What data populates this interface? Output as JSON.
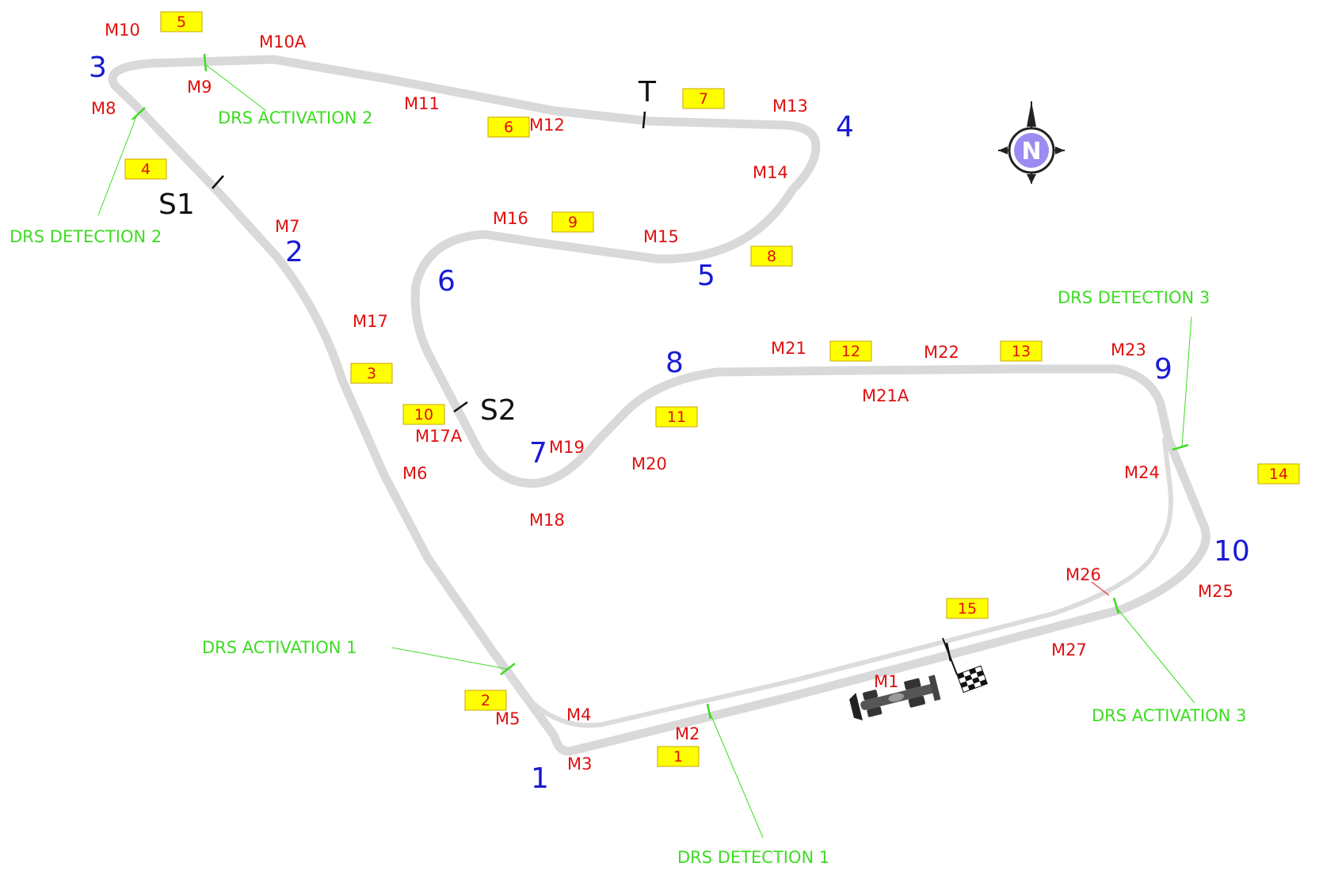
{
  "colors": {
    "track": "#d9d9d9",
    "turn": "#1a1ad6",
    "marshal": "#e01010",
    "drs": "#3ddc22",
    "sector": "#111111",
    "post_fill": "#ffff00",
    "post_text": "#e01010",
    "compass": "#9a8cf0"
  },
  "turns": [
    {
      "id": "t1",
      "label": "1"
    },
    {
      "id": "t2",
      "label": "2"
    },
    {
      "id": "t3",
      "label": "3"
    },
    {
      "id": "t4",
      "label": "4"
    },
    {
      "id": "t5",
      "label": "5"
    },
    {
      "id": "t6",
      "label": "6"
    },
    {
      "id": "t7",
      "label": "7"
    },
    {
      "id": "t8",
      "label": "8"
    },
    {
      "id": "t9",
      "label": "9"
    },
    {
      "id": "t10",
      "label": "10"
    }
  ],
  "marshal_posts": [
    "M1",
    "M2",
    "M3",
    "M4",
    "M5",
    "M6",
    "M7",
    "M8",
    "M9",
    "M10",
    "M10A",
    "M11",
    "M12",
    "M13",
    "M14",
    "M15",
    "M16",
    "M17",
    "M17A",
    "M18",
    "M19",
    "M20",
    "M21",
    "M21A",
    "M22",
    "M23",
    "M24",
    "M25",
    "M26",
    "M27"
  ],
  "flag_posts": [
    "1",
    "2",
    "3",
    "4",
    "5",
    "6",
    "7",
    "8",
    "9",
    "10",
    "11",
    "12",
    "13",
    "14",
    "15"
  ],
  "drs": {
    "detection_1": "DRS DETECTION 1",
    "detection_2": "DRS DETECTION 2",
    "detection_3": "DRS DETECTION 3",
    "activation_1": "DRS ACTIVATION 1",
    "activation_2": "DRS ACTIVATION 2",
    "activation_3": "DRS ACTIVATION 3"
  },
  "sectors": {
    "s1": "S1",
    "s2": "S2",
    "t": "T"
  },
  "compass": {
    "letter": "N",
    "icon": "compass-north-icon"
  },
  "icons": [
    "race-car-icon",
    "checkered-flag-icon"
  ]
}
